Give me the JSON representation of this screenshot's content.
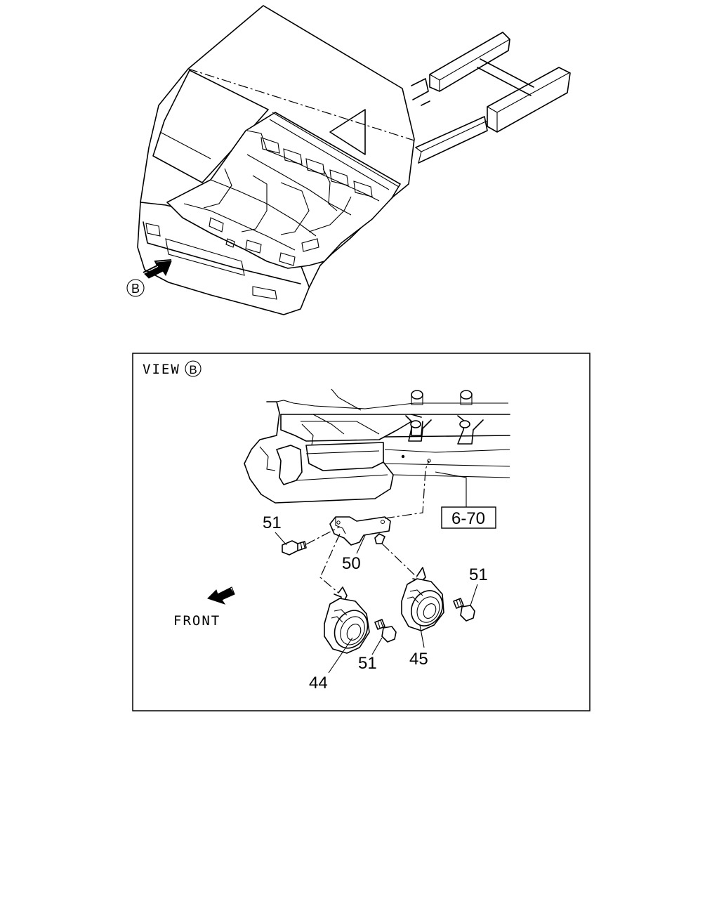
{
  "top_view": {
    "view_marker": "B"
  },
  "detail_view": {
    "title_text": "VIEW",
    "view_marker": "B",
    "front_label": "FRONT",
    "reference_box": "6-70",
    "callouts": {
      "bolt_upper_left": "51",
      "bracket": "50",
      "bolt_right": "51",
      "bolt_center": "51",
      "horn_left": "44",
      "horn_right": "45"
    }
  }
}
